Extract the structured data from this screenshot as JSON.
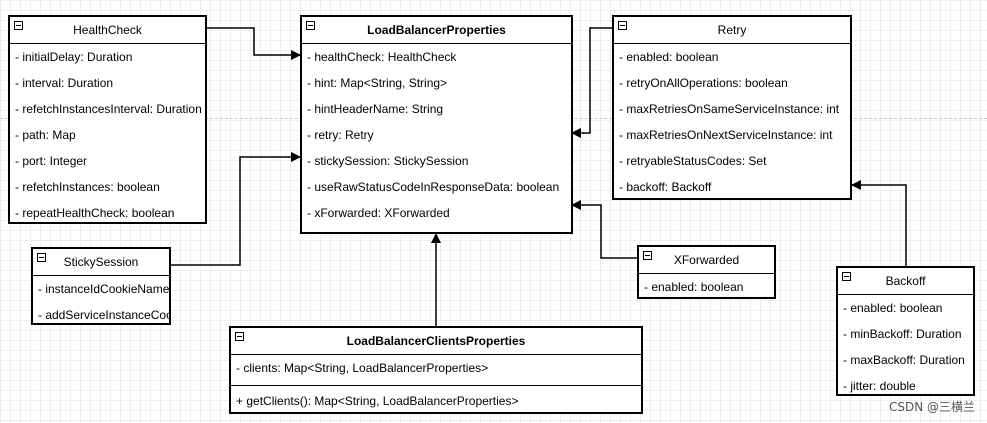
{
  "classes": {
    "health_check": {
      "name": "HealthCheck",
      "attributes": [
        "- initialDelay: Duration",
        "- interval: Duration",
        "- refetchInstancesInterval: Duration",
        "- path: Map",
        "- port: Integer",
        "- refetchInstances: boolean",
        "- repeatHealthCheck: boolean"
      ]
    },
    "load_balancer_properties": {
      "name": "LoadBalancerProperties",
      "attributes": [
        "- healthCheck: HealthCheck",
        "- hint: Map<String, String>",
        "- hintHeaderName: String",
        "- retry: Retry",
        "- stickySession: StickySession",
        "- useRawStatusCodeInResponseData: boolean",
        "- xForwarded: XForwarded"
      ]
    },
    "retry": {
      "name": "Retry",
      "attributes": [
        "- enabled: boolean",
        "- retryOnAllOperations: boolean",
        "- maxRetriesOnSameServiceInstance: int",
        "- maxRetriesOnNextServiceInstance: int",
        "- retryableStatusCodes: Set",
        "- backoff: Backoff"
      ]
    },
    "sticky_session": {
      "name": "StickySession",
      "attributes": [
        "- instanceIdCookieName",
        "- addServiceInstanceCookie"
      ]
    },
    "x_forwarded": {
      "name": "XForwarded",
      "attributes": [
        "- enabled: boolean"
      ]
    },
    "backoff": {
      "name": "Backoff",
      "attributes": [
        "- enabled: boolean",
        "- minBackoff: Duration",
        "- maxBackoff: Duration",
        "- jitter: double"
      ]
    },
    "load_balancer_clients_properties": {
      "name": "LoadBalancerClientsProperties",
      "attributes": [
        "- clients: Map<String, LoadBalancerProperties>"
      ],
      "operations": [
        "+ getClients(): Map<String, LoadBalancerProperties>"
      ]
    }
  },
  "watermark": "CSDN @三横兰",
  "colors": {
    "stroke": "#000000",
    "background": "#ffffff",
    "grid": "#eeeeee"
  }
}
